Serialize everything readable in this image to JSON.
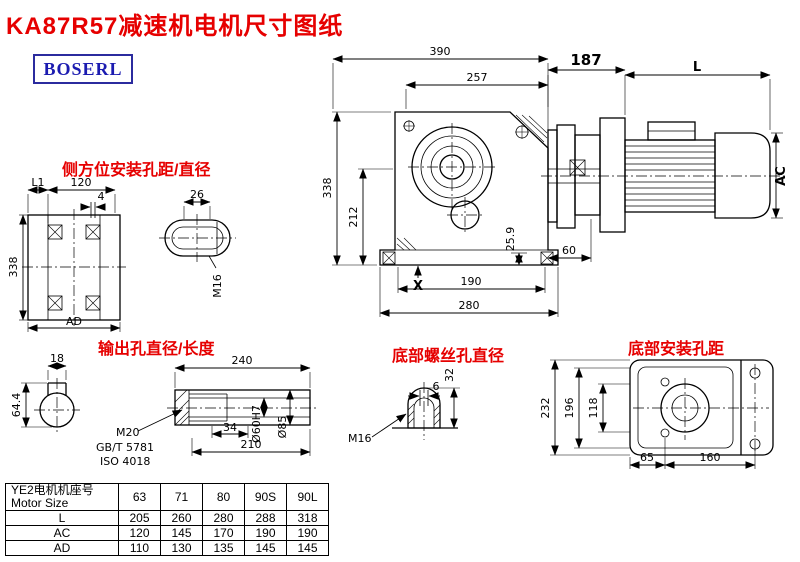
{
  "colors": {
    "accent": "#e60000",
    "brand": "#1b1bb0"
  },
  "header": {
    "title": "KA87R57减速机电机尺寸图纸",
    "brand": "BOSERL"
  },
  "main_view": {
    "dim_390": "390",
    "dim_257": "257",
    "dim_338": "338",
    "dim_212": "212",
    "dim_25_9": "25.9",
    "dim_190": "190",
    "dim_280": "280",
    "dim_60": "60",
    "mark_x": "X"
  },
  "motor_view": {
    "dim_187": "187",
    "dim_l": "L",
    "dim_ac": "AC"
  },
  "side_mount": {
    "label": "侧方位安装孔距/直径",
    "dim_l1": "L1",
    "dim_120": "120",
    "dim_4": "4",
    "dim_338": "338",
    "dim_26": "26",
    "dim_m16": "M16",
    "dim_ad": "AD"
  },
  "output_hole": {
    "label": "输出孔直径/长度",
    "dim_18": "18",
    "dim_64_4": "64.4",
    "dim_240": "240",
    "dim_m20": "M20",
    "std_gb": "GB/T 5781",
    "std_iso": "ISO 4018",
    "dim_34": "34",
    "dim_210": "210",
    "dim_d60": "Ø60H7",
    "dim_d85": "Ø85"
  },
  "bottom_screw": {
    "label": "底部螺丝孔直径",
    "dim_m16": "M16",
    "dim_6": "6",
    "dim_32": "32"
  },
  "bottom_mount": {
    "label": "底部安装孔距",
    "dim_232": "232",
    "dim_196": "196",
    "dim_118": "118",
    "dim_65": "65",
    "dim_160": "160"
  },
  "table": {
    "header_cn": "YE2电机机座号",
    "header_en": "Motor Size",
    "columns": [
      "63",
      "71",
      "80",
      "90S",
      "90L"
    ],
    "rows": [
      {
        "label": "L",
        "values": [
          "205",
          "260",
          "280",
          "288",
          "318"
        ]
      },
      {
        "label": "AC",
        "values": [
          "120",
          "145",
          "170",
          "190",
          "190"
        ]
      },
      {
        "label": "AD",
        "values": [
          "110",
          "130",
          "135",
          "145",
          "145"
        ]
      }
    ]
  }
}
